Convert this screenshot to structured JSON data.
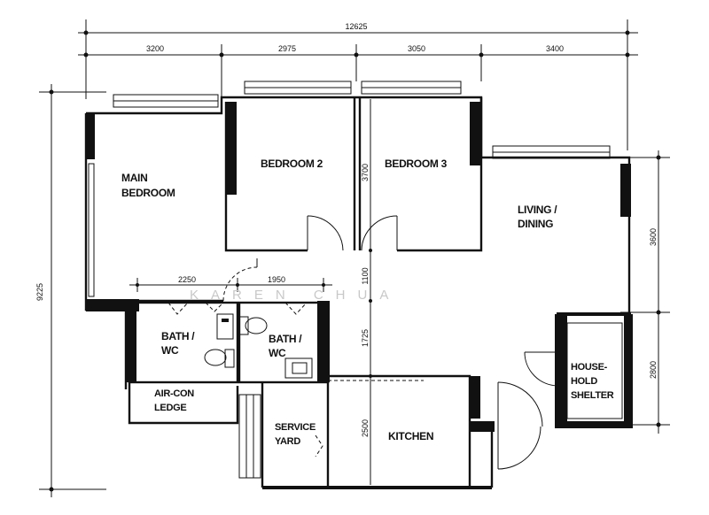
{
  "dimensions": {
    "overall_width": "12625",
    "top": [
      "3200",
      "2975",
      "3050",
      "3400"
    ],
    "overall_height": "9225",
    "right": [
      "3600",
      "2800"
    ],
    "bath_widths": [
      "2250",
      "1950"
    ],
    "vertical_inner": [
      "3700",
      "1100",
      "1725",
      "2500"
    ]
  },
  "rooms": {
    "main_bedroom": [
      "MAIN",
      "BEDROOM"
    ],
    "bedroom_2": "BEDROOM 2",
    "bedroom_3": "BEDROOM 3",
    "living_dining": [
      "LIVING /",
      "DINING"
    ],
    "bath_1": [
      "BATH  /",
      "WC"
    ],
    "bath_2": [
      "BATH  /",
      "WC"
    ],
    "aircon_ledge": [
      "AIR-CON",
      "LEDGE"
    ],
    "service_yard": [
      "SERVICE",
      "YARD"
    ],
    "kitchen": "KITCHEN",
    "household_shelter": [
      "HOUSE-",
      "HOLD",
      "SHELTER"
    ]
  },
  "watermark": "KAREN CHUA"
}
